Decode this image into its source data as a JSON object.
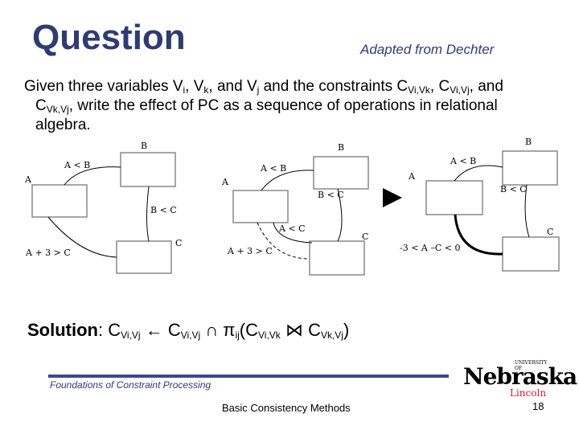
{
  "header": {
    "title": "Question",
    "attribution": "Adapted from Dechter"
  },
  "question": {
    "line1_a": "Given three variables V",
    "line1_b": ", V",
    "line1_c": ", and V",
    "line1_d": " and the constraints C",
    "line1_e": ", C",
    "line1_f": ", and",
    "line2_a": "C",
    "line2_b": ", write the effect of PC as a sequence of operations in relational",
    "line3": "algebra.",
    "sub_i": "i",
    "sub_k": "k",
    "sub_j": "j",
    "sub_vivk": "Vi,Vk",
    "sub_vivj": "Vi,Vj",
    "sub_vkvj": "Vk,Vj"
  },
  "diagram": {
    "left": {
      "node_b": "B",
      "node_a": "A",
      "node_c": "C",
      "edge_ab": "A < B",
      "edge_bc": "B < C",
      "edge_ac": "A + 3 > C"
    },
    "middle": {
      "node_b": "B",
      "node_a": "A",
      "node_c": "C",
      "edge_ab": "A < B",
      "edge_bc": "B < C",
      "edge_ac_derived": "A < C",
      "edge_ac": "A + 3 > C"
    },
    "right": {
      "node_b": "B",
      "node_a": "A",
      "node_c": "C",
      "edge_ab": "A < B",
      "edge_bc": "B < C",
      "edge_ac": "-3 < A –C < 0"
    }
  },
  "solution": {
    "label": "Solution",
    "colon": ":",
    "c1": "C",
    "sub1": "Vi,Vj",
    "arrow": "←",
    "c2": "C",
    "sub2": "Vi,Vj",
    "cap": "∩",
    "pi": "π",
    "pi_sub": "ij",
    "open": "(C",
    "sub3": "Vi,Vk",
    "join": "⋈",
    "c4": "C",
    "sub4": "Vk,Vj",
    "close": ")"
  },
  "footer": {
    "course": "Foundations of Constraint Processing",
    "topic": "Basic Consistency Methods",
    "page": "18"
  },
  "logo": {
    "university": "UNIVERSITY OF",
    "name": "Nebraska",
    "city": "Lincoln"
  }
}
